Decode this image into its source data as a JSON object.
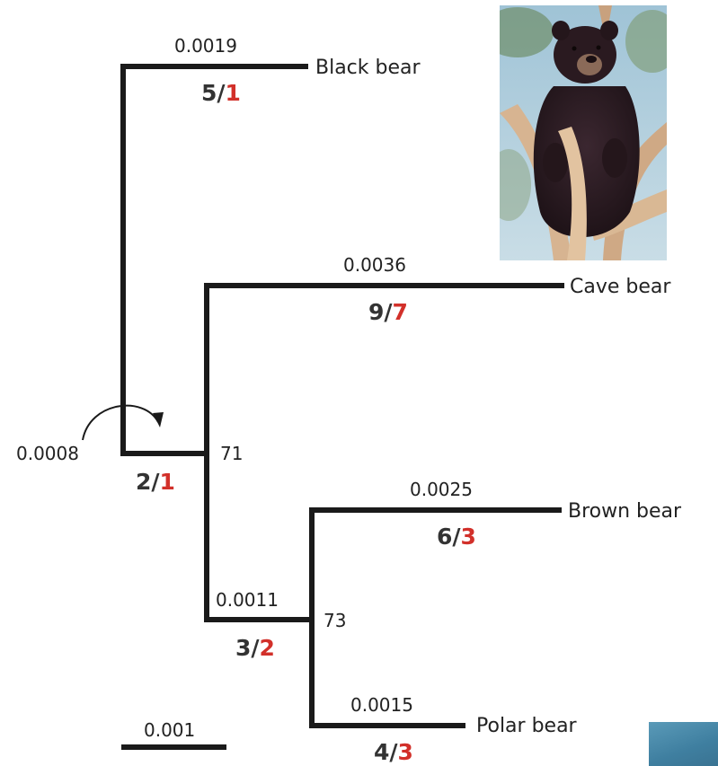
{
  "taxa": {
    "black": "Black bear",
    "cave": "Cave bear",
    "brown": "Brown bear",
    "polar": "Polar bear"
  },
  "branch_lengths": {
    "black": "0.0019",
    "cave": "0.0036",
    "brown": "0.0025",
    "polar": "0.0015",
    "inner": "0.0011",
    "root": "0.0008"
  },
  "support": {
    "node_cave": "71",
    "node_brown_polar": "73"
  },
  "substitutions": {
    "black": {
      "a": "5",
      "sep": "/",
      "b": "1"
    },
    "cave": {
      "a": "9",
      "sep": "/",
      "b": "7"
    },
    "root": {
      "a": "2",
      "sep": "/",
      "b": "1"
    },
    "inner": {
      "a": "3",
      "sep": "/",
      "b": "2"
    },
    "brown": {
      "a": "6",
      "sep": "/",
      "b": "3"
    },
    "polar": {
      "a": "4",
      "sep": "/",
      "b": "3"
    }
  },
  "scale_bar": {
    "label": "0.001"
  },
  "colors": {
    "line": "#1a1a1a",
    "highlight": "#d2302a",
    "text": "#222222"
  },
  "icons": {
    "photo": "black-bear-photo",
    "arrow": "curved-arrow-icon"
  }
}
